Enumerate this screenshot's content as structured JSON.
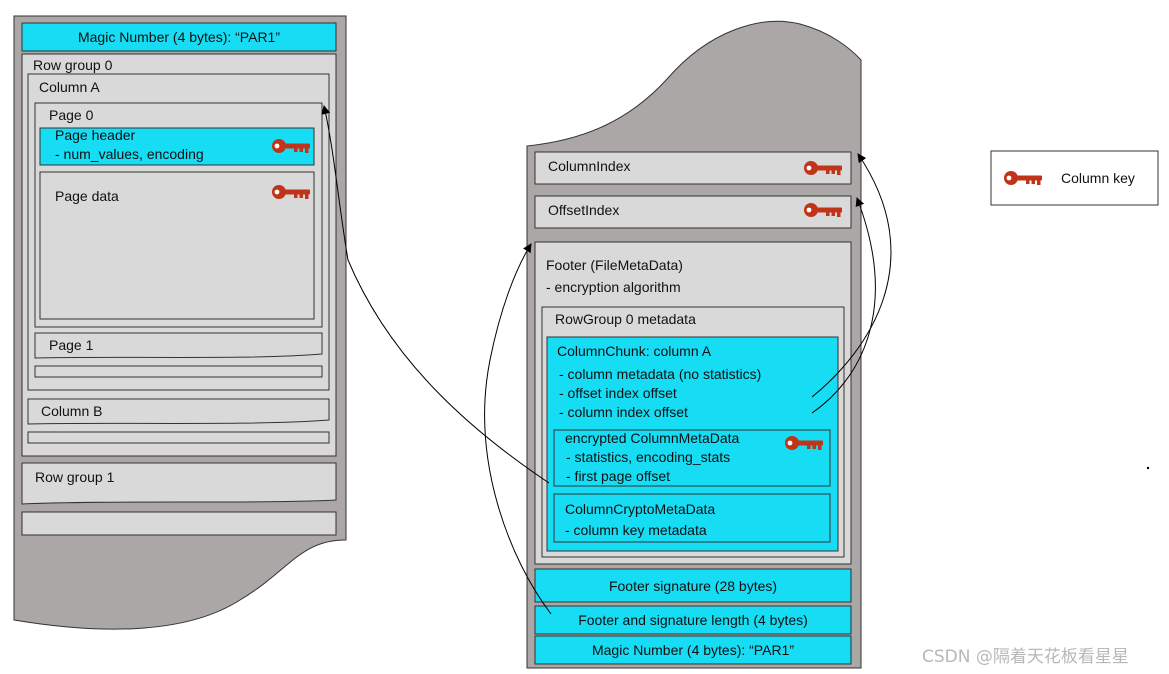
{
  "left_file": {
    "magic": "Magic Number  (4 bytes): “PAR1”",
    "row_group_0": "Row group  0",
    "column_a": "Column  A",
    "page_0": "Page 0",
    "page_header": "Page header",
    "page_header_detail": "- num_values,  encoding",
    "page_data": "Page data",
    "page_1": "Page 1",
    "column_b": "Column  B",
    "row_group_1": "Row group   1"
  },
  "right_file": {
    "column_index": "ColumnIndex",
    "offset_index": "OffsetIndex",
    "footer": "Footer (FileMetaData)",
    "footer_detail": "- encryption  algorithm",
    "rowgroup_meta": "RowGroup  0 metadata",
    "column_chunk": "ColumnChunk:  column  A",
    "chunk_items": [
      "-     column metadata (no statistics)",
      "-     offset index offset",
      "-     column index offset"
    ],
    "enc_meta": "encrypted  ColumnMetaData",
    "enc_items": [
      "-     statistics, encoding_stats",
      "-     first page offset"
    ],
    "crypto_meta": "ColumnCryptoMetaData",
    "crypto_detail": "- column  key metadata",
    "footer_signature": "Footer signature (28 bytes)",
    "footer_length": "Footer and signature length (4 bytes)",
    "magic": "Magic Number  (4 bytes): “PAR1”"
  },
  "legend": {
    "label": "Column key",
    "icon": "key-icon"
  },
  "watermark": "CSDN @隔着天花板看星星",
  "colors": {
    "cyan": "#16dcf4",
    "light_gray": "#d9d9d9",
    "file_gray": "#aaa7a6",
    "key_red": "#c0341a"
  }
}
